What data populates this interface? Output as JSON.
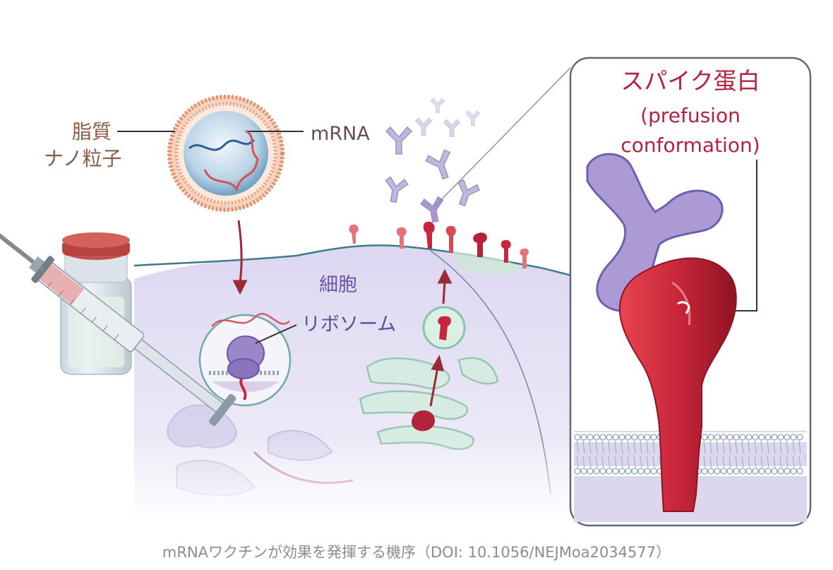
{
  "labels": {
    "lipid_nanoparticle_line1": "脂質",
    "lipid_nanoparticle_line2": "ナノ粒子",
    "mrna": "mRNA",
    "cell": "細胞",
    "ribosome": "リボソーム",
    "spike_title": "スパイク蛋白",
    "spike_subtitle": "(prefusion conformation)"
  },
  "caption": "mRNAワクチンが効果を発揮する機序（DOI: 10.1056/NEJMoa2034577）",
  "colors": {
    "cell": "#d9d4ef",
    "membrane": "#3e7d85",
    "spike_red": "#c8263a",
    "antibody_purple": "#a897cf",
    "lipid_shell": "#e8a27b",
    "er_green": "#d6ece2"
  }
}
